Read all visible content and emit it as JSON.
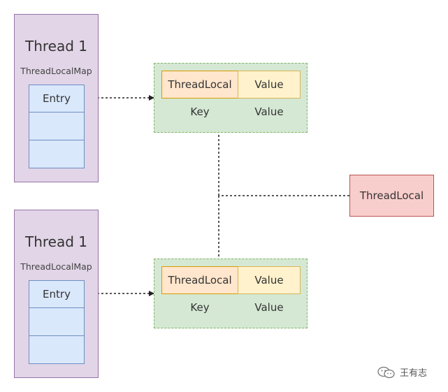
{
  "threads": [
    {
      "title": "Thread 1",
      "subtitle": "ThreadLocalMap",
      "entry_label": "Entry"
    },
    {
      "title": "Thread 1",
      "subtitle": "ThreadLocalMap",
      "entry_label": "Entry"
    }
  ],
  "maps": [
    {
      "key_cell": "ThreadLocal",
      "value_cell": "Value",
      "key_caption": "Key",
      "value_caption": "Value"
    },
    {
      "key_cell": "ThreadLocal",
      "value_cell": "Value",
      "key_caption": "Key",
      "value_caption": "Value"
    }
  ],
  "shared_threadlocal": {
    "label": "ThreadLocal"
  },
  "watermark": {
    "text": "王有志"
  },
  "colors": {
    "thread_fill": "#e1d5e7",
    "entry_fill": "#dae8fc",
    "map_fill": "#d5e8d4",
    "key_fill": "#ffe6cc",
    "value_fill": "#fff2cc",
    "threadlocal_fill": "#f8cecc"
  }
}
